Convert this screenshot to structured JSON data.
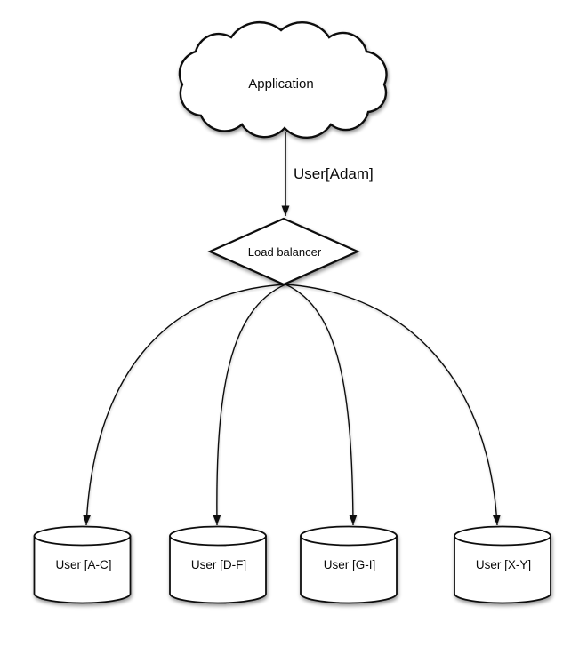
{
  "diagram": {
    "application_node": {
      "label": "Application",
      "shape": "cloud"
    },
    "request_edge": {
      "label": "User[Adam]"
    },
    "load_balancer_node": {
      "label": "Load balancer",
      "shape": "diamond"
    },
    "shard_nodes": [
      {
        "label": "User [A-C]",
        "shape": "cylinder"
      },
      {
        "label": "User [D-F]",
        "shape": "cylinder"
      },
      {
        "label": "User [G-I]",
        "shape": "cylinder"
      },
      {
        "label": "User [X-Y]",
        "shape": "cylinder"
      }
    ],
    "colors": {
      "outline": "#111111",
      "shape_fill": "#ffffff",
      "text": "#0a0a0a",
      "background": "#ffffff"
    }
  }
}
